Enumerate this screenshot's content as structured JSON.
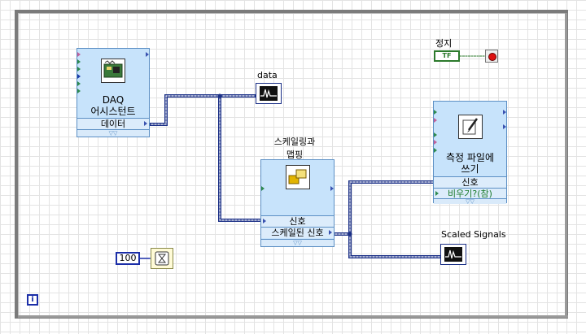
{
  "daq_assistant": {
    "title_line1": "DAQ",
    "title_line2": "어시스턴트",
    "output_label": "데이터",
    "icon": "daq-card-icon"
  },
  "data_graph": {
    "label": "data",
    "icon": "waveform-graph-icon"
  },
  "scaling": {
    "title_line1": "스케일링과",
    "title_line2": "맵핑",
    "input_label": "신호",
    "output_label": "스케일된 신호",
    "icon": "scaling-blocks-icon"
  },
  "write_file": {
    "title_line1": "측정 파일에",
    "title_line2": "쓰기",
    "input_label": "신호",
    "option_label": "비우기?(참)",
    "icon": "pen-paper-icon"
  },
  "scaled_graph": {
    "label": "Scaled Signals",
    "icon": "waveform-graph-icon"
  },
  "stop": {
    "label": "정지",
    "tf_text": "TF",
    "icon": "stop-terminal-icon"
  },
  "wait": {
    "constant": "100",
    "icon": "wait-timer-icon"
  },
  "iteration": {
    "label": "i"
  },
  "colors": {
    "loop_frame": "#7b7b7b",
    "express_bg": "#c7e3fb",
    "dynamic_wire": "#1a2f86",
    "boolean_wire": "#2c7a2c",
    "numeric_const": "#1b2ea8"
  }
}
